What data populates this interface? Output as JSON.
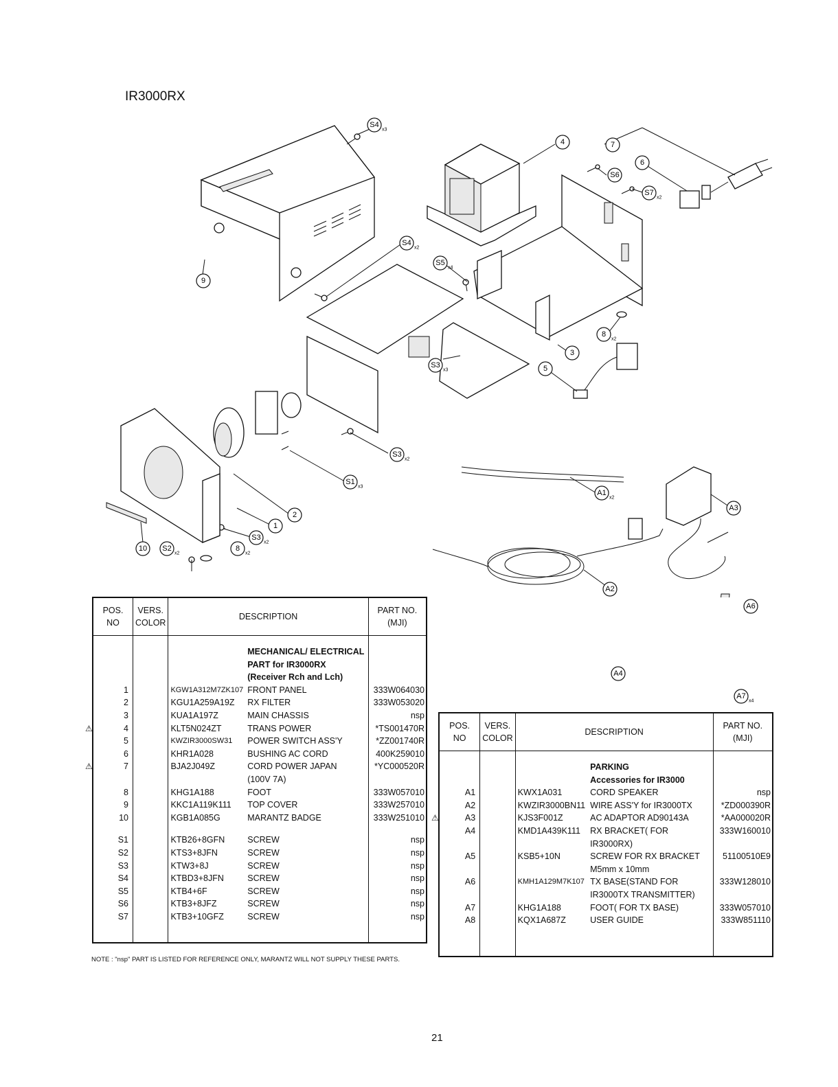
{
  "title": "IR3000RX",
  "callouts": {
    "c1": {
      "label": "1",
      "mult": ""
    },
    "c2": {
      "label": "2",
      "mult": ""
    },
    "c3": {
      "label": "3",
      "mult": ""
    },
    "c4": {
      "label": "4",
      "mult": ""
    },
    "c5": {
      "label": "5",
      "mult": ""
    },
    "c6": {
      "label": "6",
      "mult": ""
    },
    "c7": {
      "label": "7",
      "mult": ""
    },
    "c8a": {
      "label": "8",
      "mult": "x2"
    },
    "c8b": {
      "label": "8",
      "mult": "x2"
    },
    "c9": {
      "label": "9",
      "mult": ""
    },
    "c10": {
      "label": "10",
      "mult": ""
    },
    "s1": {
      "label": "S1",
      "mult": "x3"
    },
    "s2": {
      "label": "S2",
      "mult": "x2"
    },
    "s3a": {
      "label": "S3",
      "mult": "x3"
    },
    "s3b": {
      "label": "S3",
      "mult": "x2"
    },
    "s3c": {
      "label": "S3",
      "mult": "x2"
    },
    "s4a": {
      "label": "S4",
      "mult": "x3"
    },
    "s4b": {
      "label": "S4",
      "mult": "x2"
    },
    "s5": {
      "label": "S5",
      "mult": "x4"
    },
    "s6": {
      "label": "S6",
      "mult": ""
    },
    "s7": {
      "label": "S7",
      "mult": "x2"
    },
    "a1": {
      "label": "A1",
      "mult": "x2"
    },
    "a2": {
      "label": "A2",
      "mult": ""
    },
    "a3": {
      "label": "A3",
      "mult": ""
    },
    "a4": {
      "label": "A4",
      "mult": ""
    },
    "a6": {
      "label": "A6",
      "mult": ""
    },
    "a7": {
      "label": "A7",
      "mult": "x4"
    }
  },
  "table_headers": {
    "pos": "POS.\nNO",
    "vers": "VERS.\nCOLOR",
    "desc": "DESCRIPTION",
    "part": "PART NO.\n(MJI)"
  },
  "left_table": {
    "heading": [
      "MECHANICAL/ ELECTRICAL",
      "PART for IR3000RX",
      "(Receiver Rch and Lch)"
    ],
    "rows": [
      {
        "pos": "1",
        "code": "KGW1A312M7ZK107",
        "desc": "FRONT PANEL",
        "part": "333W064030",
        "warn": "",
        "small": true
      },
      {
        "pos": "2",
        "code": "KGU1A259A19Z",
        "desc": "RX FILTER",
        "part": "333W053020",
        "warn": "",
        "small": false
      },
      {
        "pos": "3",
        "code": "KUA1A197Z",
        "desc": "MAIN CHASSIS",
        "part": "nsp",
        "warn": "",
        "small": false
      },
      {
        "pos": "4",
        "code": "KLT5N024ZT",
        "desc": "TRANS POWER",
        "part": "*TS001470R",
        "warn": "⚠",
        "small": false
      },
      {
        "pos": "5",
        "code": "KWZIR3000SW31",
        "desc": "POWER SWITCH ASS'Y",
        "part": "*ZZ001740R",
        "warn": "",
        "small": true
      },
      {
        "pos": "6",
        "code": "KHR1A028",
        "desc": "BUSHING AC CORD",
        "part": "400K259010",
        "warn": "",
        "small": false
      },
      {
        "pos": "7",
        "code": "BJA2J049Z",
        "desc": "CORD POWER JAPAN",
        "part": "*YC000520R",
        "warn": "⚠",
        "small": false
      },
      {
        "pos": "",
        "code": "",
        "desc": "(100V 7A)",
        "part": "",
        "warn": "",
        "small": false
      },
      {
        "pos": "8",
        "code": "KHG1A188",
        "desc": "FOOT",
        "part": "333W057010",
        "warn": "",
        "small": false
      },
      {
        "pos": "9",
        "code": "KKC1A119K111",
        "desc": "TOP COVER",
        "part": "333W257010",
        "warn": "",
        "small": false
      },
      {
        "pos": "10",
        "code": "KGB1A085G",
        "desc": "MARANTZ BADGE",
        "part": "333W251010",
        "warn": "",
        "small": false
      }
    ],
    "screws": [
      {
        "pos": "S1",
        "code": "KTB26+8GFN",
        "desc": "SCREW",
        "part": "nsp"
      },
      {
        "pos": "S2",
        "code": "KTS3+8JFN",
        "desc": "SCREW",
        "part": "nsp"
      },
      {
        "pos": "S3",
        "code": "KTW3+8J",
        "desc": "SCREW",
        "part": "nsp"
      },
      {
        "pos": "S4",
        "code": "KTBD3+8JFN",
        "desc": "SCREW",
        "part": "nsp"
      },
      {
        "pos": "S5",
        "code": "KTB4+6F",
        "desc": "SCREW",
        "part": "nsp"
      },
      {
        "pos": "S6",
        "code": "KTB3+8JFZ",
        "desc": "SCREW",
        "part": "nsp"
      },
      {
        "pos": "S7",
        "code": "KTB3+10GFZ",
        "desc": "SCREW",
        "part": "nsp"
      }
    ]
  },
  "right_table": {
    "heading": [
      "PARKING",
      "Accessories for IR3000"
    ],
    "rows": [
      {
        "pos": "A1",
        "code": "KWX1A031",
        "desc": "CORD SPEAKER",
        "part": "nsp",
        "warn": "",
        "small": false
      },
      {
        "pos": "A2",
        "code": "KWZIR3000BN11",
        "desc": "WIRE ASS'Y for IR3000TX",
        "part": "*ZD000390R",
        "warn": "",
        "small": false
      },
      {
        "pos": "A3",
        "code": "KJS3F001Z",
        "desc": "AC ADAPTOR AD90143A",
        "part": "*AA000020R",
        "warn": "⚠",
        "small": false
      },
      {
        "pos": "A4",
        "code": "KMD1A439K111",
        "desc": "RX BRACKET( FOR IR3000RX)",
        "part": "333W160010",
        "warn": "",
        "small": false
      },
      {
        "pos": "A5",
        "code": "KSB5+10N",
        "desc": "SCREW FOR RX BRACKET",
        "part": "51100510E9",
        "warn": "",
        "small": false
      },
      {
        "pos": "",
        "code": "",
        "desc": "M5mm x 10mm",
        "part": "",
        "warn": "",
        "small": false
      },
      {
        "pos": "A6",
        "code": "KMH1A129M7K107",
        "desc": "TX BASE(STAND FOR",
        "part": "333W128010",
        "warn": "",
        "small": true
      },
      {
        "pos": "",
        "code": "",
        "desc": "IR3000TX TRANSMITTER)",
        "part": "",
        "warn": "",
        "small": false
      },
      {
        "pos": "A7",
        "code": "KHG1A188",
        "desc": "FOOT( FOR TX BASE)",
        "part": "333W057010",
        "warn": "",
        "small": false
      },
      {
        "pos": "A8",
        "code": "KQX1A687Z",
        "desc": "USER GUIDE",
        "part": "333W851110",
        "warn": "",
        "small": false
      }
    ]
  },
  "note": "NOTE : \"nsp\" PART IS LISTED FOR REFERENCE ONLY, MARANTZ WILL NOT SUPPLY THESE PARTS.",
  "page_number": "21"
}
